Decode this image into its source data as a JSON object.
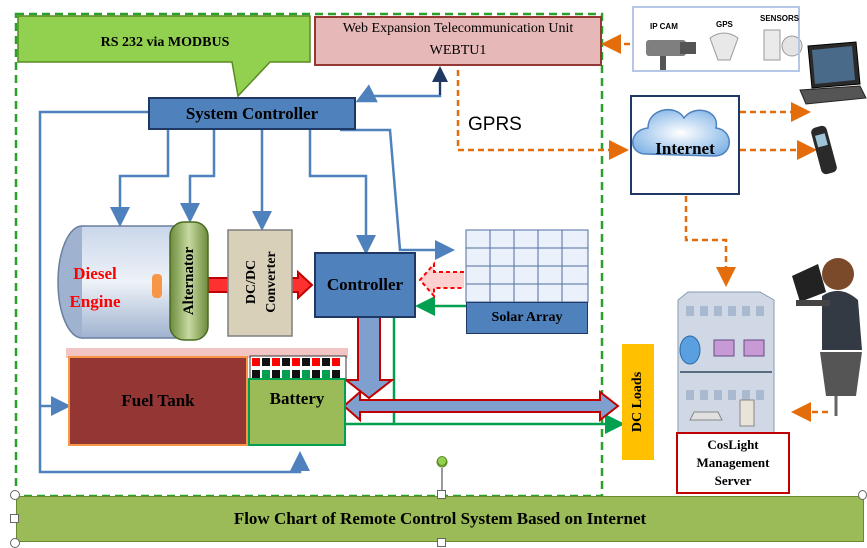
{
  "rs232": {
    "label": "RS 232 via MODBUS"
  },
  "webtu": {
    "line1": "Web Expansion Telecommunication Unit",
    "line2": "WEBTU1"
  },
  "system_controller": {
    "label": "System Controller"
  },
  "gprs": {
    "label": "GPRS"
  },
  "internet": {
    "label": "Internet"
  },
  "sensors_panel": {
    "ipcam": "IP CAM",
    "gps": "GPS",
    "sensors": "SENSORS"
  },
  "diesel": {
    "line1": "Diesel",
    "line2": "Engine"
  },
  "alternator": {
    "label": "Alternator"
  },
  "dcdc": {
    "line1": "DC/DC",
    "line2": "Converter"
  },
  "controller": {
    "label": "Controller"
  },
  "solar": {
    "label": "Solar Array"
  },
  "fuel_tank": {
    "label": "Fuel Tank"
  },
  "battery": {
    "label": "Battery"
  },
  "dc_loads": {
    "label": "DC Loads"
  },
  "server": {
    "line1": "CosLight",
    "line2": "Management",
    "line3": "Server"
  },
  "footer": {
    "title": "Flow Chart of Remote Control System Based on Internet"
  },
  "colors": {
    "dash_green": "#2aa02a",
    "rs232_green": "#92d050",
    "webtu_pink": "#e6b8b7",
    "ctrl_blue": "#4f81bd",
    "arrow_blue": "#4f81bd",
    "arrow_orange": "#e46c0a",
    "fuel_red": "#943634",
    "dc_loads_orange": "#ffc000",
    "footer_green": "#9bbb59",
    "text_red": "#ff0000"
  }
}
